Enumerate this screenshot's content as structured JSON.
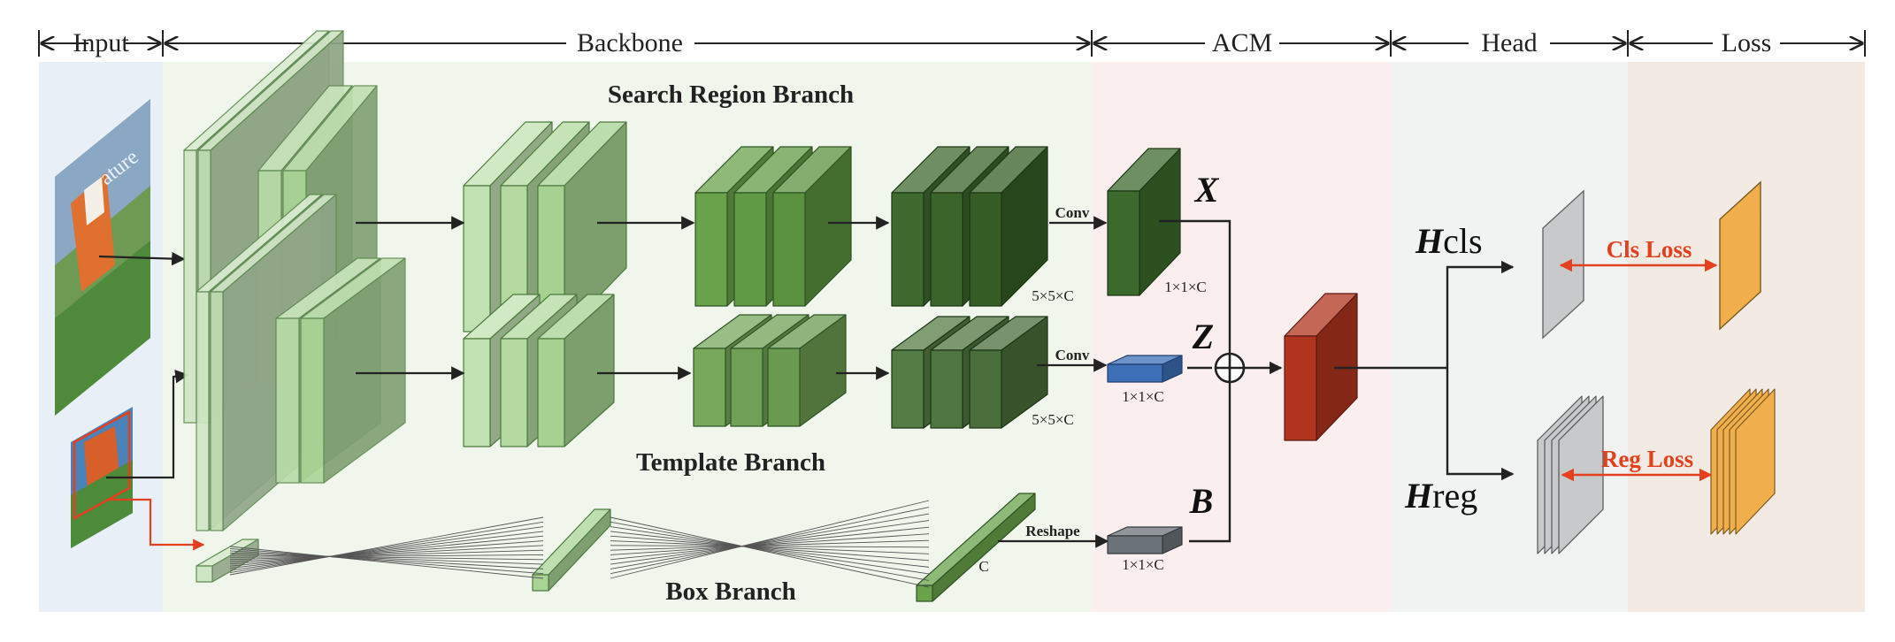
{
  "sections": {
    "input": "Input",
    "backbone": "Backbone",
    "acm": "ACM",
    "head": "Head",
    "loss": "Loss"
  },
  "branches": {
    "search": "Search Region Branch",
    "template": "Template Branch",
    "box": "Box Branch"
  },
  "ops": {
    "conv_search": "Conv",
    "conv_template": "Conv",
    "reshape": "Reshape"
  },
  "dims": {
    "search_feat": "5×5×C",
    "template_feat": "5×5×C",
    "x_dim": "1×1×C",
    "z_dim": "1×1×C",
    "b_dim": "1×1×C",
    "box_c": "C"
  },
  "variables": {
    "x": "X",
    "z": "Z",
    "b": "B"
  },
  "heads": {
    "cls_prefix": "H",
    "cls_suffix": "cls",
    "reg_prefix": "H",
    "reg_suffix": "reg"
  },
  "losses": {
    "cls": "Cls Loss",
    "reg": "Reg Loss"
  },
  "image_thumbs": {
    "search_image_text": "ature"
  },
  "colors": {
    "input_bg": "#e8eff6",
    "backbone_bg": "#f0f6ec",
    "acm_bg": "#faeeee",
    "head_bg": "#f1f3f2",
    "loss_bg": "#f3ebe3",
    "accent_red": "#e2401f",
    "fused_red": "#c0392b",
    "z_blue": "#3d6fb6",
    "b_gray": "#6b7378",
    "loss_orange": "#f0ae4c",
    "head_gray": "#c8c9cb"
  }
}
